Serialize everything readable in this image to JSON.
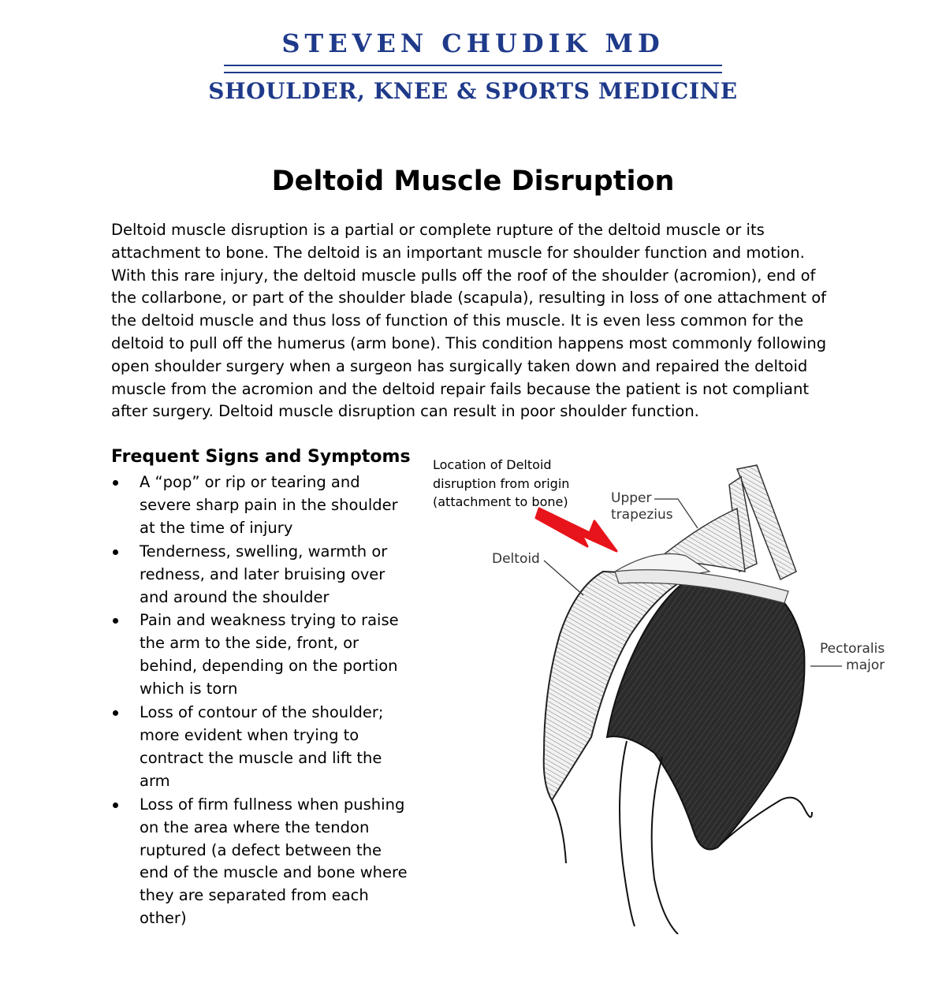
{
  "letterhead": {
    "name": "STEVEN CHUDIK MD",
    "subtitle": "SHOULDER, KNEE & SPORTS MEDICINE",
    "color": "#1f3a8a"
  },
  "document": {
    "title": "Deltoid Muscle Disruption",
    "intro": "Deltoid muscle disruption is a partial or complete rupture of the deltoid muscle or its attachment to bone. The deltoid is an important muscle for shoulder function and motion. With this rare injury, the deltoid muscle pulls off the roof of the shoulder (acromion), end of the collarbone, or part of the shoulder blade (scapula), resulting in loss of one attachment of the deltoid muscle and thus loss of function of this muscle. It is even less common for the deltoid to pull off the humerus (arm bone). This condition happens most commonly following open shoulder surgery when a surgeon has surgically taken down and repaired the deltoid muscle from the acromion and the deltoid repair fails because the patient is not compliant after surgery. Deltoid muscle disruption can result in poor shoulder function."
  },
  "signs": {
    "heading": "Frequent Signs and Symptoms",
    "items": [
      "A “pop” or rip or tearing and severe sharp pain in the shoulder at the time of injury",
      "Tenderness, swelling, warmth or redness, and later bruising over and around the shoulder",
      "Pain and weakness trying to raise the arm to the side, front, or behind, depending on the portion which is torn",
      "Loss of contour of the shoulder; more evident when trying to contract the muscle and lift the arm",
      "Loss of firm fullness when pushing on the area where the tendon ruptured (a defect between the end of the muscle and bone where they are separated from each other)"
    ]
  },
  "figure": {
    "caption": "Location of Deltoid disruption from origin (attachment to bone)",
    "labels": {
      "upper_trapezius_line1": "Upper",
      "upper_trapezius_line2": "trapezius",
      "deltoid": "Deltoid",
      "pectoralis_line1": "Pectoralis",
      "pectoralis_line2": "major"
    },
    "arrow_color": "#e8141b"
  }
}
